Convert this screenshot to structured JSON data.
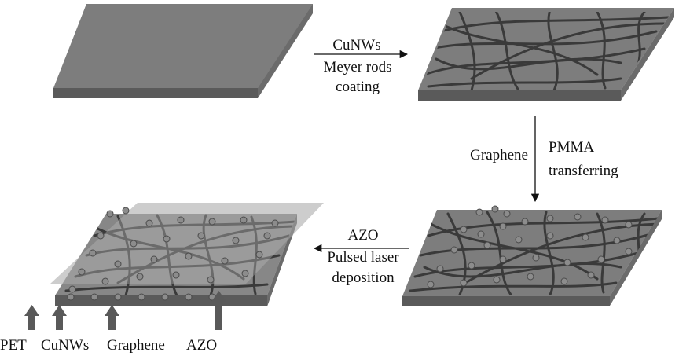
{
  "steps": {
    "step1": {
      "line1": "CuNWs",
      "line2": "Meyer rods",
      "line3": "coating"
    },
    "step2": {
      "left": "Graphene",
      "right1": "PMMA",
      "right2": "transferring"
    },
    "step3": {
      "line1": "AZO",
      "line2": "Pulsed laser",
      "line3": "deposition"
    }
  },
  "layers": [
    "PET",
    "CuNWs",
    "Graphene",
    "AZO"
  ],
  "colors": {
    "slab_top": "#7d7d7d",
    "slab_front": "#5a5a5a",
    "slab_side": "#9b9b9b",
    "wire": "#3a3a3a",
    "bead": "#8c8c8c",
    "azo_layer": "#c8c8c8",
    "arrow": "#111111",
    "layer_arrow": "#595959"
  },
  "icons": {
    "process_arrow": "arrow-right-icon",
    "layer_pointer": "arrow-up-icon"
  }
}
